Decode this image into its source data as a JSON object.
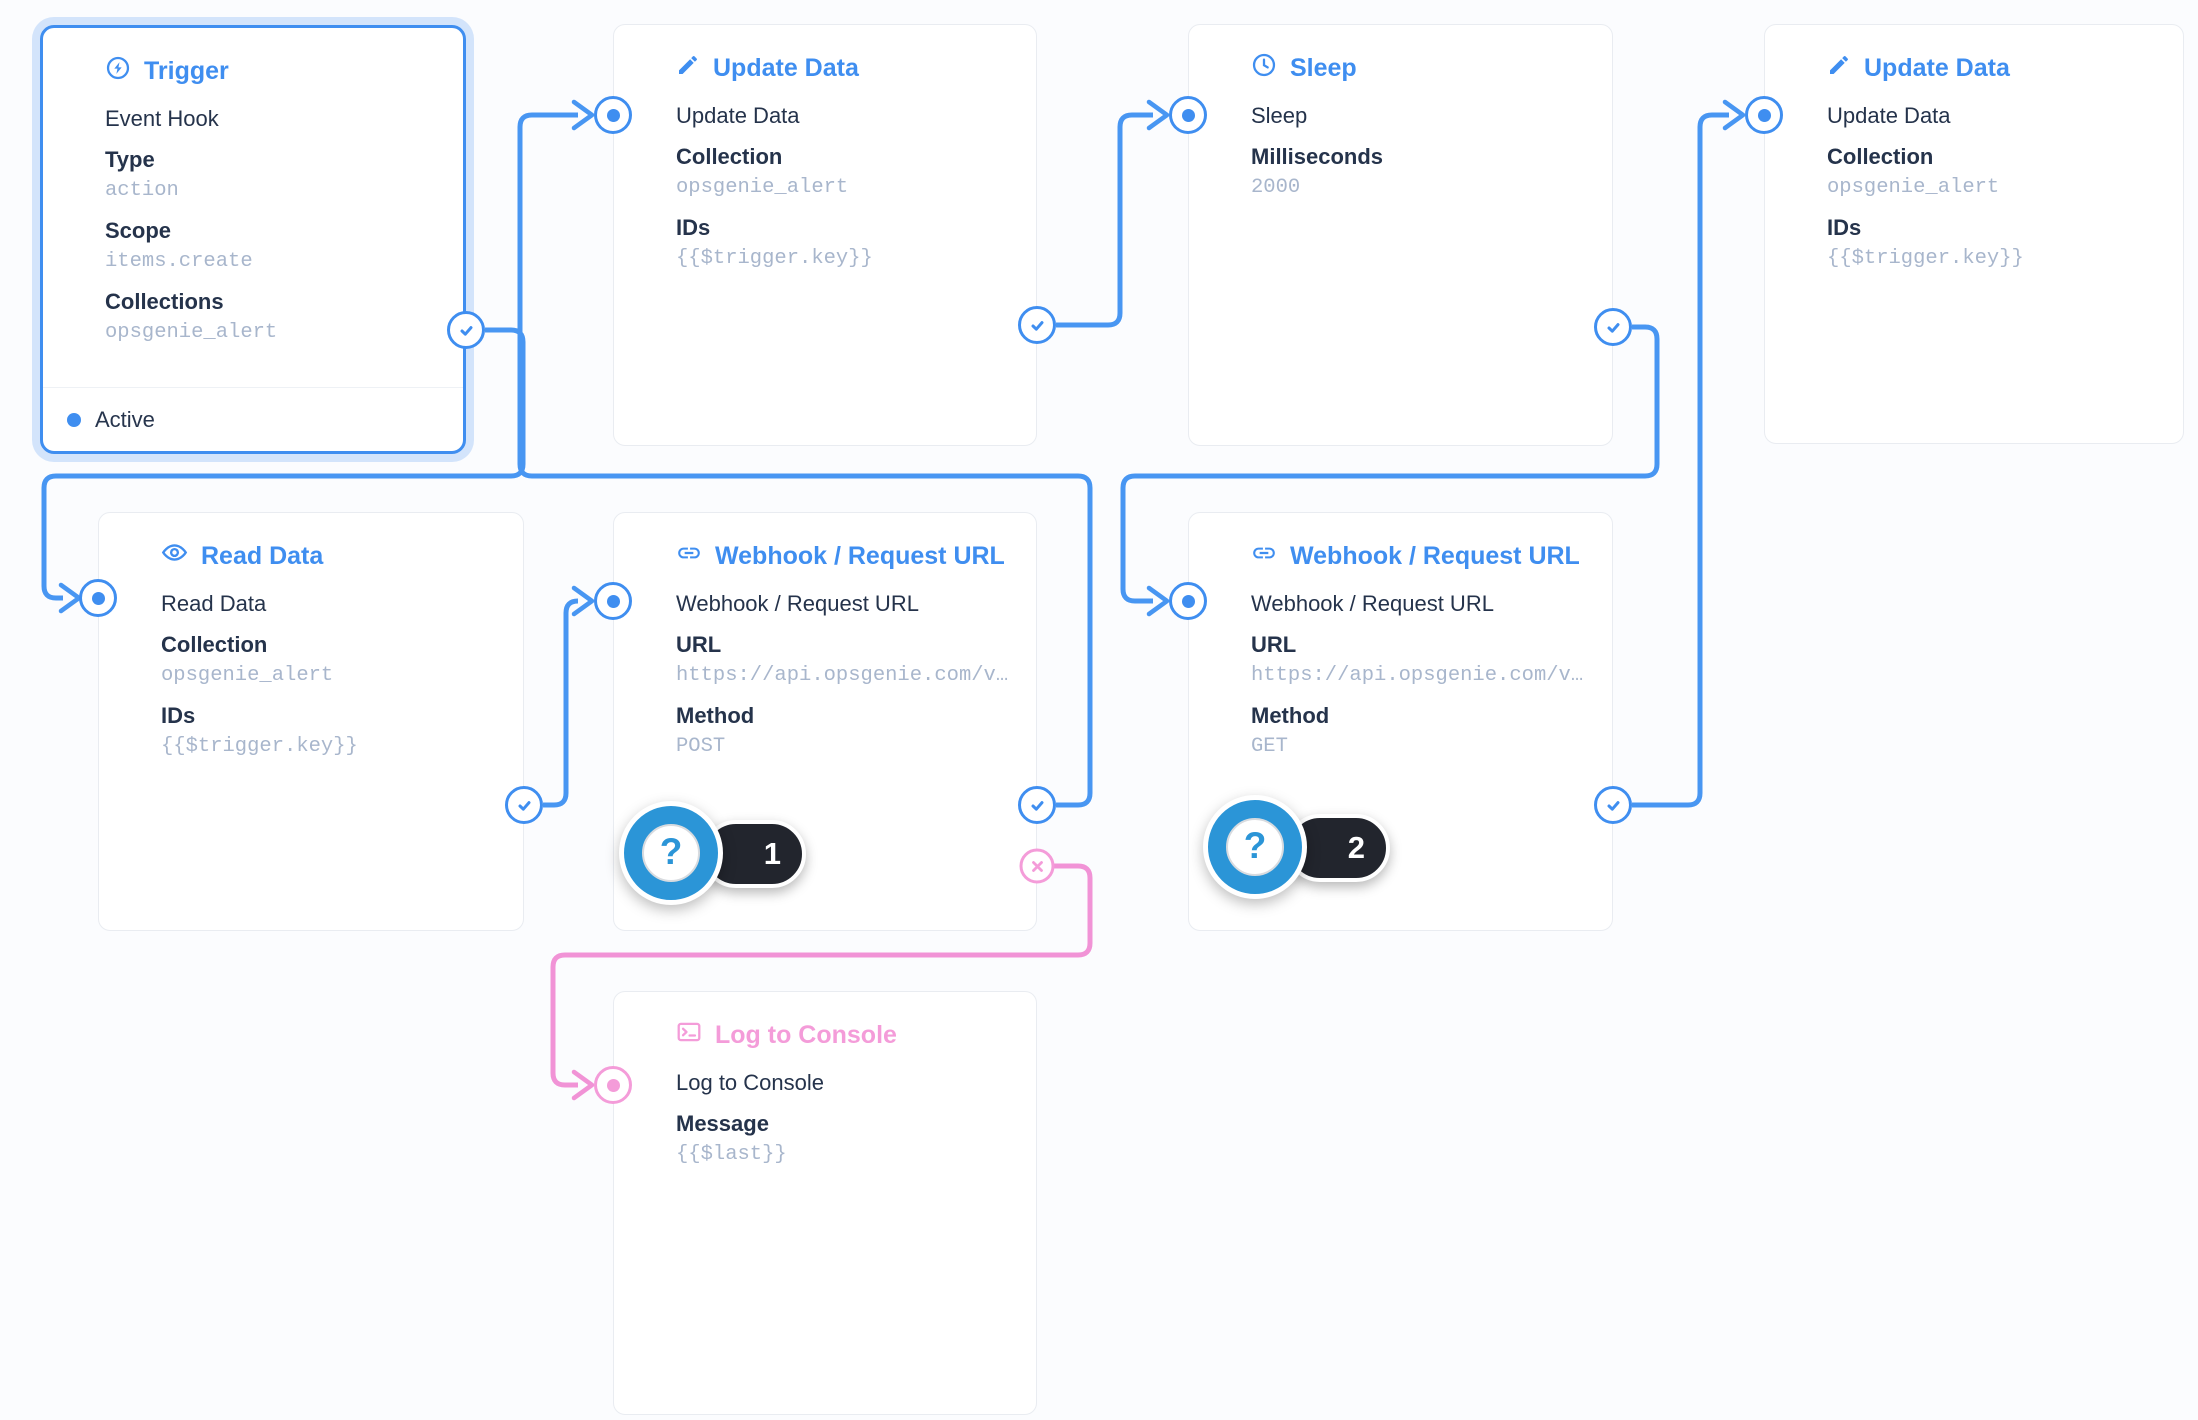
{
  "colors": {
    "accent_blue": "#3F8EF0",
    "wire_blue": "#4896F2",
    "accent_pink": "#F49CD9",
    "wire_pink": "#F193D6",
    "badge_blue": "#2B95D7",
    "badge_pill_black": "#22252D",
    "text_dark": "#25334B",
    "text_mono_gray": "#A8B6CC"
  },
  "cards": [
    {
      "id": "trigger",
      "title": "Trigger",
      "icon": "bolt-circle-icon",
      "name": "Event Hook",
      "fields": [
        {
          "label": "Type",
          "value": "action"
        },
        {
          "label": "Scope",
          "value": "items.create"
        },
        {
          "label": "Collections",
          "value": "opsgenie_alert"
        }
      ],
      "status": "Active"
    },
    {
      "id": "update-data-1",
      "title": "Update Data",
      "icon": "pencil-icon",
      "name": "Update Data",
      "fields": [
        {
          "label": "Collection",
          "value": "opsgenie_alert"
        },
        {
          "label": "IDs",
          "value": "{{$trigger.key}}"
        }
      ]
    },
    {
      "id": "sleep",
      "title": "Sleep",
      "icon": "clock-icon",
      "name": "Sleep",
      "fields": [
        {
          "label": "Milliseconds",
          "value": "2000"
        }
      ]
    },
    {
      "id": "update-data-2",
      "title": "Update Data",
      "icon": "pencil-icon",
      "name": "Update Data",
      "fields": [
        {
          "label": "Collection",
          "value": "opsgenie_alert"
        },
        {
          "label": "IDs",
          "value": "{{$trigger.key}}"
        }
      ]
    },
    {
      "id": "read-data",
      "title": "Read Data",
      "icon": "eye-icon",
      "name": "Read Data",
      "fields": [
        {
          "label": "Collection",
          "value": "opsgenie_alert"
        },
        {
          "label": "IDs",
          "value": "{{$trigger.key}}"
        }
      ]
    },
    {
      "id": "webhook-1",
      "title": "Webhook / Request URL",
      "icon": "link-icon",
      "name": "Webhook / Request URL",
      "fields": [
        {
          "label": "URL",
          "value": "https://api.opsgenie.com/v…"
        },
        {
          "label": "Method",
          "value": "POST"
        }
      ],
      "badge": "1"
    },
    {
      "id": "webhook-2",
      "title": "Webhook / Request URL",
      "icon": "link-icon",
      "name": "Webhook / Request URL",
      "fields": [
        {
          "label": "URL",
          "value": "https://api.opsgenie.com/v…"
        },
        {
          "label": "Method",
          "value": "GET"
        }
      ],
      "badge": "2"
    },
    {
      "id": "log-to-console",
      "title": "Log to Console",
      "icon": "terminal-icon",
      "name": "Log to Console",
      "fields": [
        {
          "label": "Message",
          "value": "{{$last}}"
        }
      ]
    }
  ]
}
